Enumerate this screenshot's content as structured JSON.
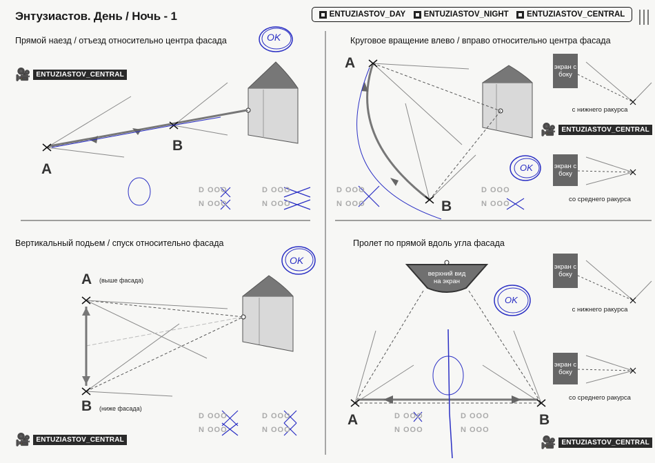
{
  "document": {
    "title": "Энтузиастов. День / Ночь - 1"
  },
  "top_tags": [
    {
      "label": "ENTUZIASTOV_DAY"
    },
    {
      "label": "ENTUZIASTOV_NIGHT"
    },
    {
      "label": "ENTUZIASTOV_CENTRAL"
    }
  ],
  "sections": {
    "s1": {
      "title": "Прямой наезд / отъезд относительно центра фасада",
      "camera_label": "ENTUZIASTOV_CENTRAL",
      "point_a": "A",
      "point_b": "B",
      "note": "OK",
      "grid_day": "D OOO",
      "grid_night": "N OOO",
      "grid_day2": "D OOO",
      "grid_night2": "N OOO"
    },
    "s2": {
      "title": "Круговое вращение влево / вправо относительно центра фасада",
      "camera_label": "ENTUZIASTOV_CENTRAL",
      "point_a": "A",
      "point_b": "B",
      "note": "OK",
      "screen_top": "экран с боку",
      "screen_mid": "экран с боку",
      "caption_low": "с нижнего ракурса",
      "caption_mid": "со среднего ракурса",
      "grid_day": "D OOO",
      "grid_night": "N OOO",
      "grid_day2": "D OOO",
      "grid_night2": "N OOO"
    },
    "s3": {
      "title": "Вертикальный подьем / спуск относительно фасада",
      "camera_label": "ENTUZIASTOV_CENTRAL",
      "point_a": "A",
      "point_b": "B",
      "above": "(выше фасада)",
      "below": "(ниже фасада)",
      "note": "OK",
      "grid_day": "D OOO",
      "grid_night": "N OOO",
      "grid_day2": "D OOO",
      "grid_night2": "N OOO"
    },
    "s4": {
      "title": "Пролет по прямой вдоль угла фасада",
      "camera_label": "ENTUZIASTOV_CENTRAL",
      "point_a": "A",
      "point_b": "B",
      "top_view": "верхний вид на экран",
      "note": "OK",
      "screen_top": "экран с боку",
      "screen_mid": "экран с боку",
      "caption_low": "с нижнего ракурса",
      "caption_mid": "со среднего ракурса",
      "grid_day": "D OOO",
      "grid_night": "N OOO",
      "grid_day2": "D OOO",
      "grid_night2": "N OOO"
    }
  },
  "colors": {
    "ink": "#1a1a1a",
    "pen": "#2a2fc4",
    "gray": "#7a7a7a",
    "facade": "#d9d9d9"
  }
}
